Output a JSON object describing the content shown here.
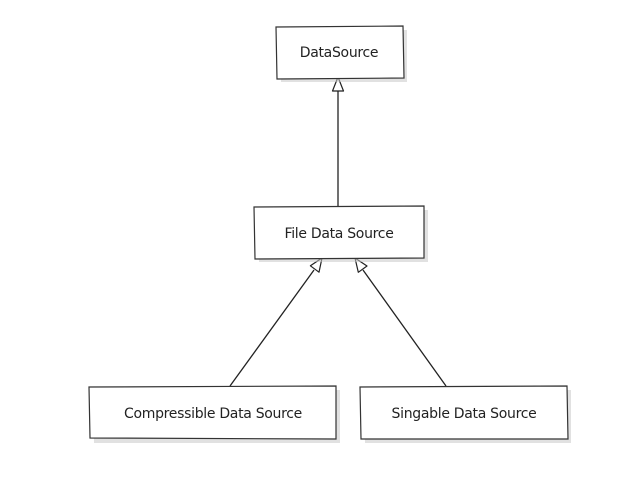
{
  "diagram": {
    "type": "class-inheritance",
    "nodes": [
      {
        "id": "datasource",
        "label": "DataSource"
      },
      {
        "id": "filedatasource",
        "label": "File Data Source"
      },
      {
        "id": "compressible",
        "label": "Compressible Data Source"
      },
      {
        "id": "singable",
        "label": "Singable Data Source"
      }
    ],
    "edges": [
      {
        "from": "filedatasource",
        "to": "datasource",
        "relation": "inherits"
      },
      {
        "from": "compressible",
        "to": "filedatasource",
        "relation": "inherits"
      },
      {
        "from": "singable",
        "to": "filedatasource",
        "relation": "inherits"
      }
    ],
    "colors": {
      "background": "#ffffff",
      "stroke": "#222222",
      "box_fill": "#ffffff",
      "shadow": "#c9c9c9"
    }
  }
}
